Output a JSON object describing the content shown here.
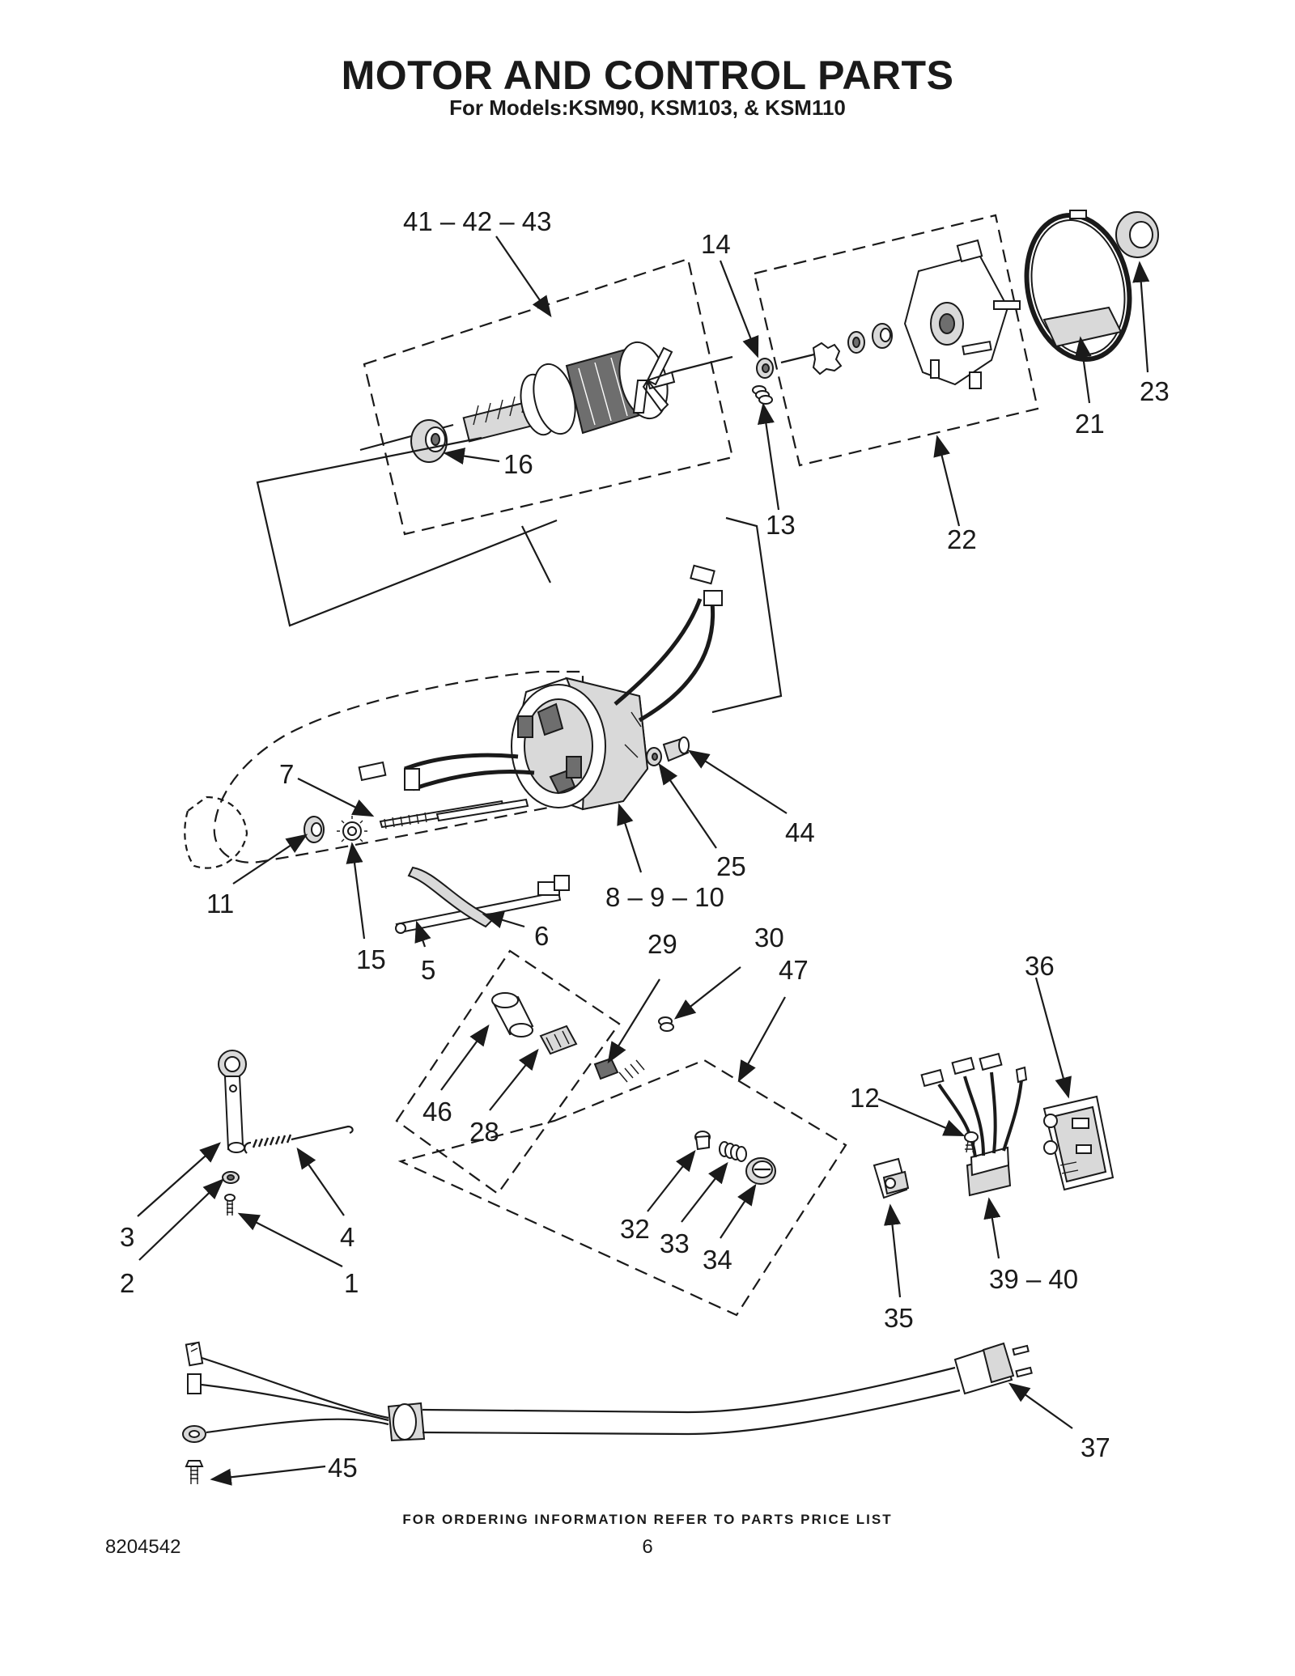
{
  "header": {
    "title": "MOTOR AND CONTROL PARTS",
    "subtitle": "For Models:KSM90, KSM103, & KSM110"
  },
  "footer": {
    "note": "FOR ORDERING INFORMATION REFER TO PARTS PRICE LIST",
    "doc_number": "8204542",
    "page_number": "6"
  },
  "callouts": {
    "c41_43": "41 – 42 – 43",
    "c14": "14",
    "c16": "16",
    "c13": "13",
    "c22": "22",
    "c21": "21",
    "c23": "23",
    "c7": "7",
    "c11": "11",
    "c15": "15",
    "c25": "25",
    "c44": "44",
    "c8_10": "8 – 9 – 10",
    "c5": "5",
    "c6": "6",
    "c29": "29",
    "c30": "30",
    "c47": "47",
    "c36": "36",
    "c46": "46",
    "c28": "28",
    "c12": "12",
    "c3": "3",
    "c4": "4",
    "c2": "2",
    "c1": "1",
    "c32": "32",
    "c33": "33",
    "c34": "34",
    "c39_40": "39 – 40",
    "c35": "35",
    "c37": "37",
    "c45": "45"
  }
}
